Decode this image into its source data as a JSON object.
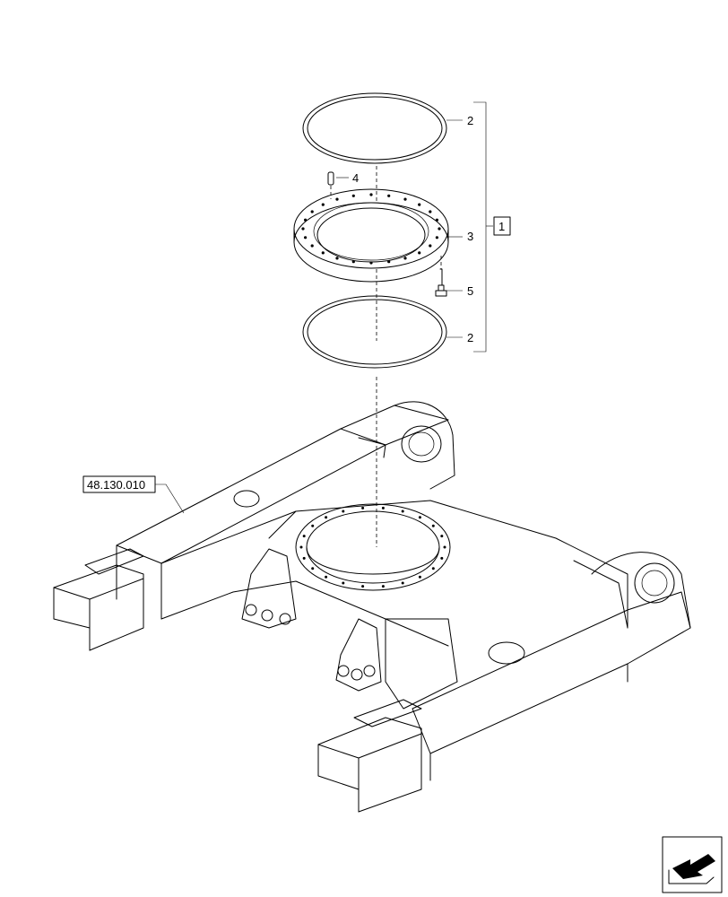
{
  "callouts": {
    "c1": "1",
    "c2_top": "2",
    "c2_bottom": "2",
    "c3": "3",
    "c4": "4",
    "c5": "5"
  },
  "reference": {
    "label": "48.130.010"
  },
  "icons": {
    "nav": "next-page-arrow-icon"
  }
}
